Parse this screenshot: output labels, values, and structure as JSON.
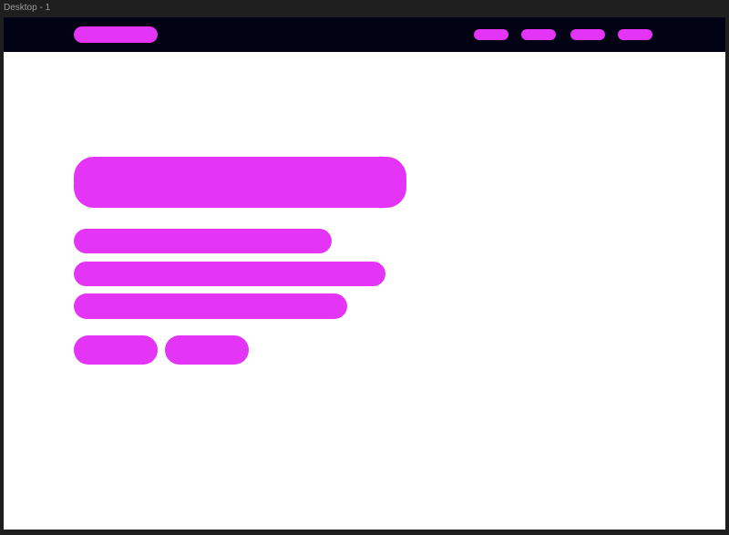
{
  "frame": {
    "label": "Desktop - 1"
  },
  "colors": {
    "canvas_background": "#1e1e1e",
    "frame_background": "#ffffff",
    "navbar_background": "#010314",
    "placeholder_accent": "#e434f6"
  },
  "navbar": {
    "logo_icon": "logo-placeholder",
    "nav_item_count": 4
  },
  "hero": {
    "body_line_count": 3,
    "button_count": 2
  }
}
